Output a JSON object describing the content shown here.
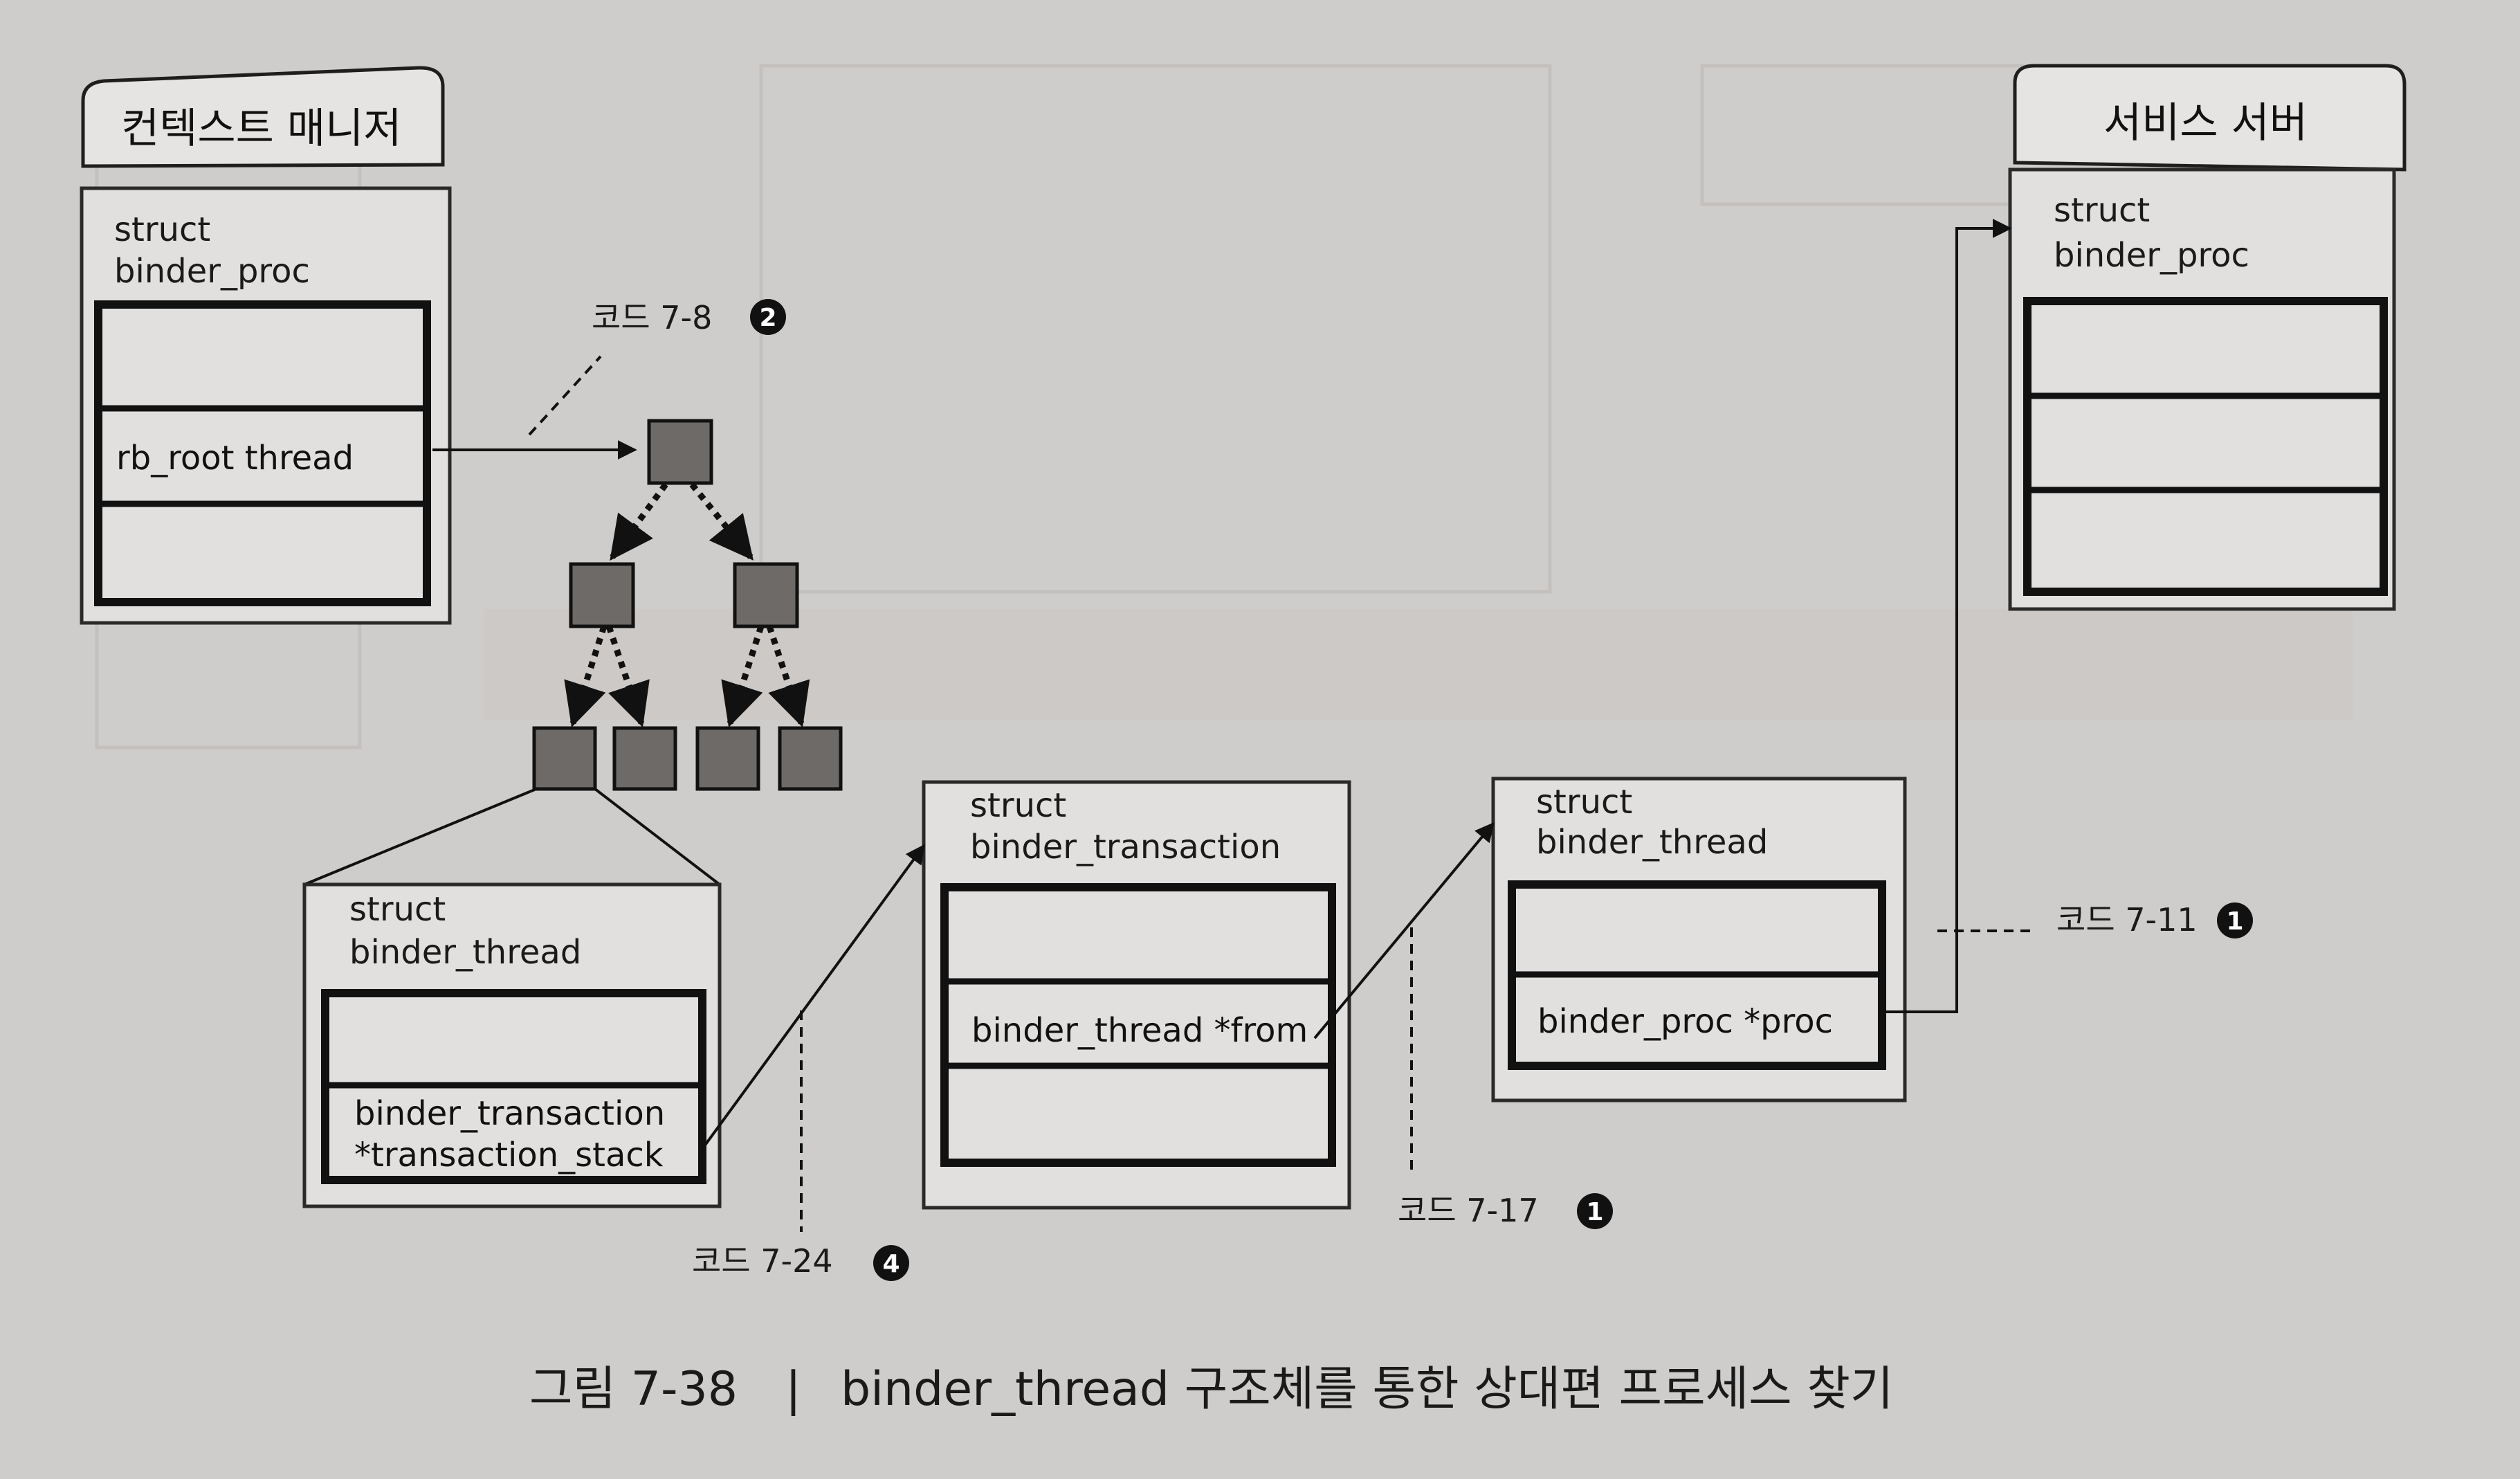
{
  "context_manager": {
    "title": "컨텍스트 매니저",
    "struct_line1": "struct",
    "struct_line2": "binder_proc",
    "field": "rb_root  thread"
  },
  "service_server": {
    "title": "서비스 서버",
    "struct_line1": "struct",
    "struct_line2": "binder_proc"
  },
  "thread_box_left": {
    "struct_line1": "struct",
    "struct_line2": "binder_thread",
    "field_line1": "binder_transaction",
    "field_line2": "*transaction_stack"
  },
  "transaction_box": {
    "struct_line1": "struct",
    "struct_line2": "binder_transaction",
    "field": "binder_thread *from"
  },
  "thread_box_right": {
    "struct_line1": "struct",
    "struct_line2": "binder_thread",
    "field": "binder_proc *proc"
  },
  "code_refs": [
    {
      "label": "코드 7-8",
      "badge": "2"
    },
    {
      "label": "코드 7-11",
      "badge": "1"
    },
    {
      "label": "코드 7-17",
      "badge": "1"
    },
    {
      "label": "코드 7-24",
      "badge": "4"
    }
  ],
  "caption": {
    "figure": "그림 7-38",
    "separator": "|",
    "text": "binder_thread 구조체를 통한 상대편 프로세스 찾기"
  }
}
